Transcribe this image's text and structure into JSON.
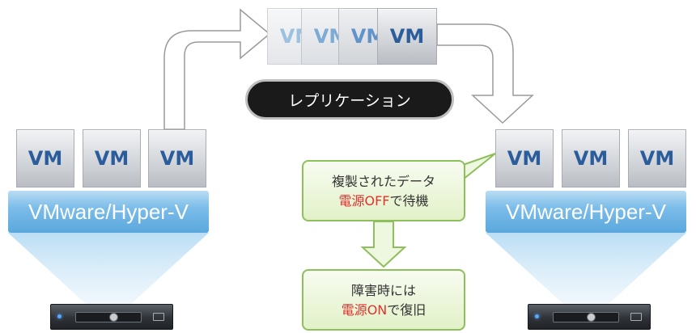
{
  "left_host": {
    "vms": [
      "VM",
      "VM",
      "VM"
    ],
    "hypervisor": "VMware/Hyper-V"
  },
  "right_host": {
    "vms": [
      "VM",
      "VM",
      "VM"
    ],
    "hypervisor": "VMware/Hyper-V"
  },
  "replication": {
    "label": "レプリケーション",
    "moving_vms": [
      "VM",
      "VM",
      "VM",
      "VM"
    ]
  },
  "standby_callout": {
    "line1": "複製されたデータ",
    "line2_red": "電源OFF",
    "line2_rest": "で待機"
  },
  "failure_callout": {
    "line1": "障害時には",
    "line2_red": "電源ON",
    "line2_rest": "で復旧"
  },
  "colors": {
    "vm_text": "#2b5d9c",
    "hypervisor": "#6fb5e6",
    "callout_border": "#8dbf5a",
    "emphasis_red": "#e0332e",
    "pill_bg": "#1a1a1a"
  }
}
